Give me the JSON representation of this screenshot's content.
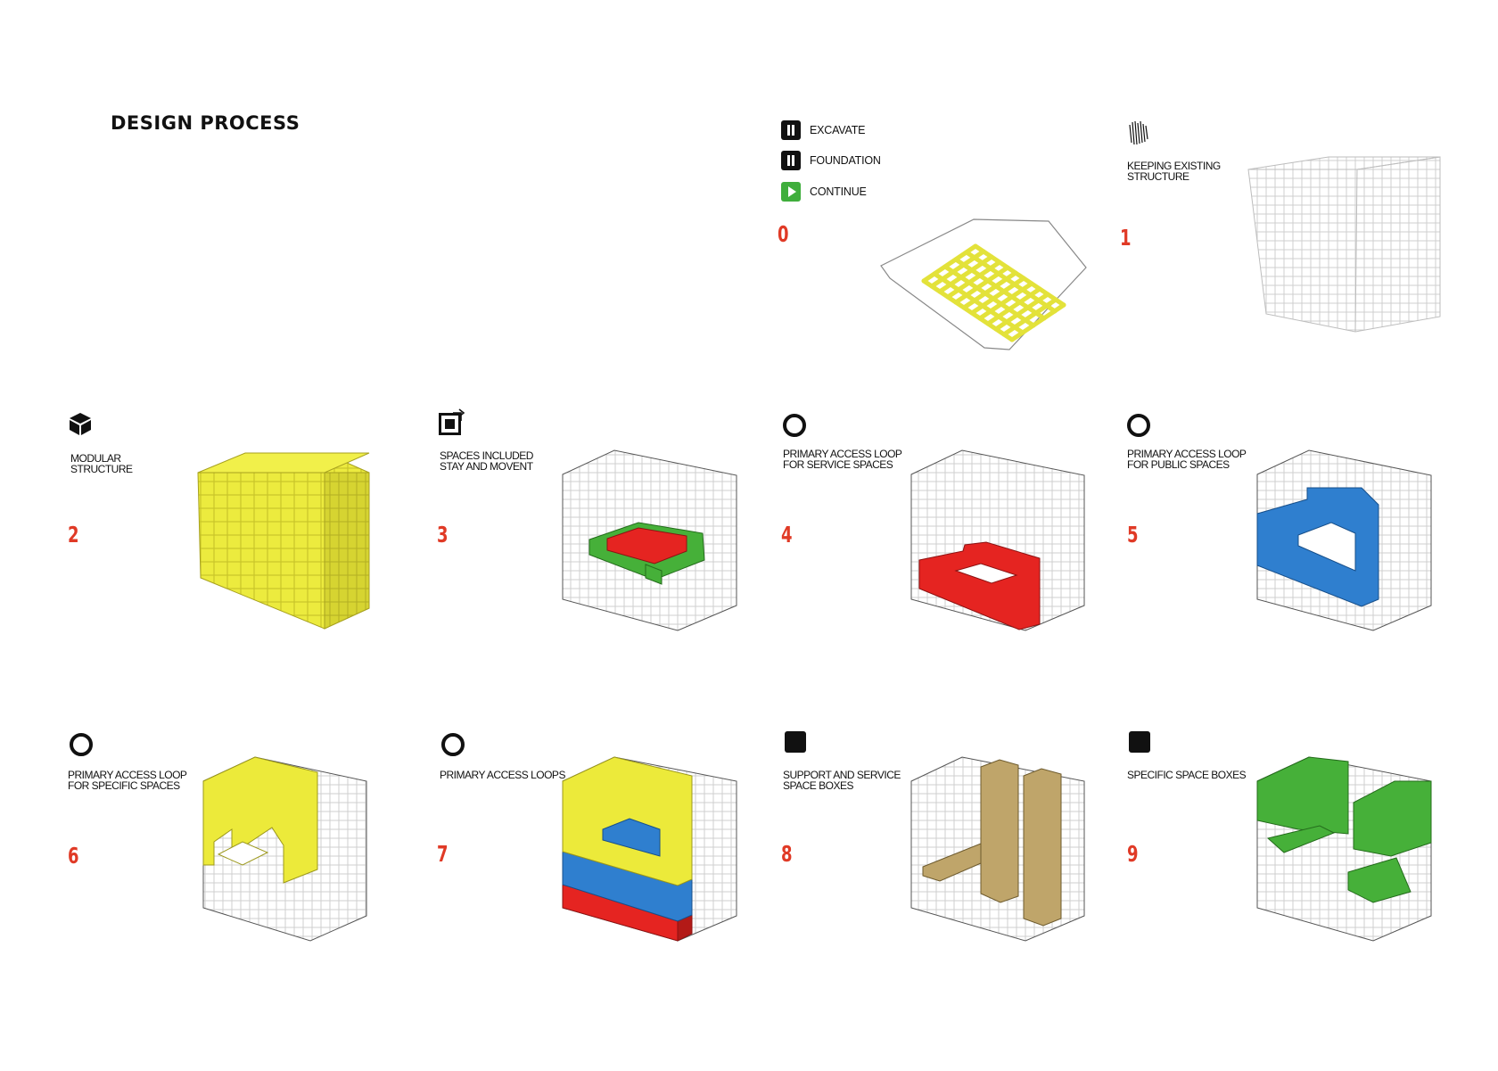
{
  "title": "DESIGN PROCESS",
  "legend": [
    {
      "icon": "pause-icon",
      "label": "EXCAVATE"
    },
    {
      "icon": "pause-icon",
      "label": "FOUNDATION"
    },
    {
      "icon": "play-icon",
      "label": "CONTINUE"
    }
  ],
  "steps": [
    {
      "num": "0",
      "caption": "",
      "icon": "none"
    },
    {
      "num": "1",
      "caption": "KEEPING  EXISTING\nSTRUCTURE",
      "icon": "hatch-lines-icon"
    },
    {
      "num": "2",
      "caption": "MODULAR\nSTRUCTURE",
      "icon": "cube-icon"
    },
    {
      "num": "3",
      "caption": "SPACES INCLUDED\nSTAY AND MOVENT",
      "icon": "square-arrow-icon"
    },
    {
      "num": "4",
      "caption": "PRIMARY ACCESS LOOP\nFOR SERVICE SPACES",
      "icon": "ring-icon"
    },
    {
      "num": "5",
      "caption": "PRIMARY ACCESS LOOP\nFOR PUBLIC SPACES",
      "icon": "ring-icon"
    },
    {
      "num": "6",
      "caption": "PRIMARY ACCESS LOOP\nFOR SPECIFIC SPACES",
      "icon": "ring-icon"
    },
    {
      "num": "7",
      "caption": "PRIMARY ACCESS LOOPS",
      "icon": "ring-icon"
    },
    {
      "num": "8",
      "caption": "SUPPORT AND SERVICE\nSPACE BOXES",
      "icon": "square-icon"
    },
    {
      "num": "9",
      "caption": "SPECIFIC SPACE BOXES",
      "icon": "square-icon"
    }
  ],
  "colors": {
    "number": "#e03a26",
    "yellow": "#ecea3a",
    "red": "#e52421",
    "green": "#46b039",
    "blue": "#2f7fcf",
    "tan": "#bfa56a",
    "grid": "#c9c9c9"
  }
}
